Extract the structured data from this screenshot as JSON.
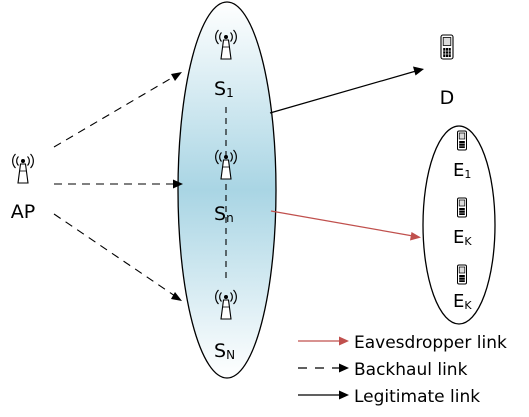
{
  "nodes": {
    "ap": {
      "label": "AP"
    },
    "s1": {
      "main": "S",
      "sub": "1"
    },
    "sn": {
      "main": "S",
      "sub": "n"
    },
    "sN": {
      "main": "S",
      "sub": "N"
    },
    "d": {
      "label": "D"
    },
    "e1": {
      "main": "E",
      "sub": "1"
    },
    "ek1": {
      "main": "E",
      "sub": "K"
    },
    "ek2": {
      "main": "E",
      "sub": "K"
    }
  },
  "legend": {
    "eavesdropper": "Eavesdropper link",
    "backhaul": "Backhaul link",
    "legitimate": "Legitimate link"
  },
  "colors": {
    "eavesdropper_link": "#c0504d",
    "backhaul_link": "#000000",
    "legitimate_link": "#000000",
    "cluster_fill_mid": "#a9d5e4",
    "cluster_fill_edge": "#ffffff"
  },
  "icons": {
    "access_point": "antenna-tower-icon",
    "relay": "antenna-tower-icon",
    "destination": "mobile-phone-icon",
    "eavesdropper": "mobile-phone-icon"
  }
}
